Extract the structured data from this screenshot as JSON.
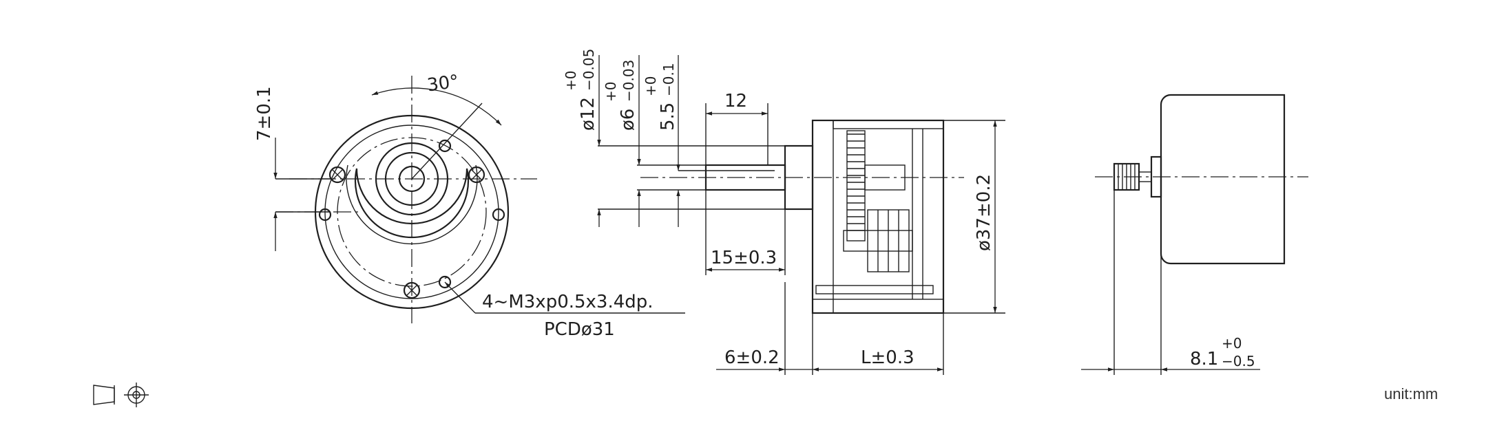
{
  "unit_label": "unit:mm",
  "front_view": {
    "angle_label": "30°",
    "height_dim": "7±0.1",
    "thread_callout_line1": "4~M3xp0.5x3.4dp.",
    "thread_callout_line2": "PCDø31"
  },
  "side_view": {
    "dia_12": "ø12",
    "dia_12_tol_upper": "+0",
    "dia_12_tol_lower": "−0.05",
    "dia_6": "ø6",
    "dia_6_tol_upper": "+0",
    "dia_6_tol_lower": "−0.03",
    "flat_5_5": "5.5",
    "flat_tol_upper": "+0",
    "flat_tol_lower": "−0.1",
    "len_12": "12",
    "len_15": "15±0.3",
    "len_6": "6±0.2",
    "len_L": "L±0.3",
    "dia_37": "ø37±0.2"
  },
  "rear_view": {
    "len_8_1": "8.1",
    "len_8_1_tol_upper": "+0",
    "len_8_1_tol_lower": "−0.5"
  },
  "symbols": {
    "projection_icon": "third-angle-projection-icon"
  }
}
